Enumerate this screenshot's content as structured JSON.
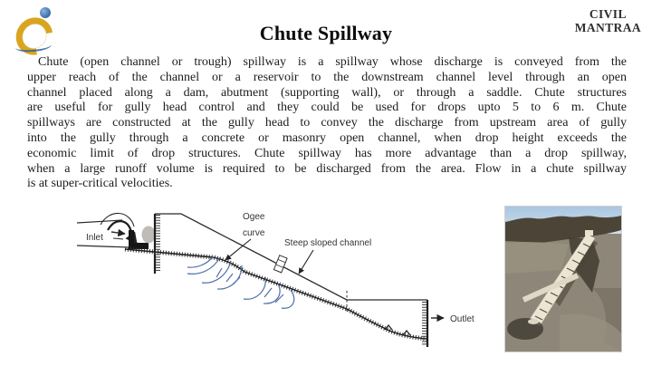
{
  "slide": {
    "header": {
      "title": "Chute Spillway",
      "brand_line1": "CIVIL",
      "brand_line2": "MANTRAA",
      "logo_icon": "brand-logo",
      "logo_gold": "#d9a520",
      "logo_blue": "#2e5e99"
    },
    "body": {
      "lines": [
        "Chute (open channel or trough) spillway is a spillway whose discharge is conveyed from the",
        "upper reach of the channel or a reservoir to the downstream channel level through an open",
        "channel placed along a dam, abutment (supporting wall), or through a saddle. Chute structures",
        "are useful for gully head control and they could be used for drops upto 5 to 6 m. Chute",
        "spillways are constructed at the gully head to convey the discharge from upstream area of gully",
        "into the gully through a concrete or masonry open channel, when drop height exceeds the",
        "economic limit of drop structures. Chute spillway has more advantage than a drop spillway,",
        "when a large runoff volume is required to be discharged from the area. Flow in a chute spillway",
        "is at super-critical velocities."
      ]
    },
    "diagram": {
      "labels": {
        "inlet": "Inlet",
        "ogee_curve_line1": "Ogee",
        "ogee_curve_line2": "curve",
        "steep_sloped_channel": "Steep sloped channel",
        "outlet": "Outlet"
      },
      "line_color": "#2b2b2b",
      "water_color": "#3b5d9c"
    },
    "photo": {
      "sky_color": "#b7cfe4",
      "hill_color": "#4c4537",
      "terrain_color": "#8e8678",
      "chute_color": "#ece5d4"
    }
  }
}
